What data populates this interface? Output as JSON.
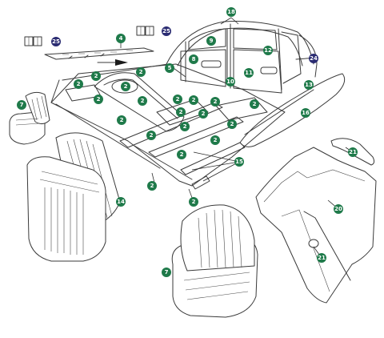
{
  "colors": {
    "callout_green": "#1f7a4a",
    "callout_navy": "#2b2c72",
    "line": "#3a3a3a"
  },
  "callouts": [
    {
      "id": "c4",
      "label": "4",
      "color": "green"
    },
    {
      "id": "c25a",
      "label": "25",
      "color": "navy"
    },
    {
      "id": "c25b",
      "label": "25",
      "color": "navy"
    },
    {
      "id": "c18",
      "label": "18",
      "color": "green"
    },
    {
      "id": "c9",
      "label": "9",
      "color": "green"
    },
    {
      "id": "c8",
      "label": "8",
      "color": "green"
    },
    {
      "id": "c5",
      "label": "5",
      "color": "green"
    },
    {
      "id": "c12",
      "label": "12",
      "color": "green"
    },
    {
      "id": "c24",
      "label": "24",
      "color": "navy"
    },
    {
      "id": "c11",
      "label": "11",
      "color": "green"
    },
    {
      "id": "c10",
      "label": "10",
      "color": "green"
    },
    {
      "id": "c13",
      "label": "13",
      "color": "green"
    },
    {
      "id": "c2a",
      "label": "2",
      "color": "green"
    },
    {
      "id": "c2b",
      "label": "2",
      "color": "green"
    },
    {
      "id": "c2c",
      "label": "2",
      "color": "green"
    },
    {
      "id": "c2d",
      "label": "2",
      "color": "green"
    },
    {
      "id": "c2e",
      "label": "2",
      "color": "green"
    },
    {
      "id": "c2f",
      "label": "2",
      "color": "green"
    },
    {
      "id": "c2g",
      "label": "2",
      "color": "green"
    },
    {
      "id": "c2h",
      "label": "2",
      "color": "green"
    },
    {
      "id": "c2i",
      "label": "2",
      "color": "green"
    },
    {
      "id": "c2j",
      "label": "2",
      "color": "green"
    },
    {
      "id": "c2k",
      "label": "2",
      "color": "green"
    },
    {
      "id": "c2l",
      "label": "2",
      "color": "green"
    },
    {
      "id": "c2m",
      "label": "2",
      "color": "green"
    },
    {
      "id": "c2n",
      "label": "2",
      "color": "green"
    },
    {
      "id": "c2o",
      "label": "2",
      "color": "green"
    },
    {
      "id": "c2p",
      "label": "2",
      "color": "green"
    },
    {
      "id": "c2q",
      "label": "2",
      "color": "green"
    },
    {
      "id": "c2r",
      "label": "2",
      "color": "green"
    },
    {
      "id": "c2s",
      "label": "2",
      "color": "green"
    },
    {
      "id": "c2t",
      "label": "2",
      "color": "green"
    },
    {
      "id": "c16",
      "label": "16",
      "color": "green"
    },
    {
      "id": "c7a",
      "label": "7",
      "color": "green"
    },
    {
      "id": "c7b",
      "label": "7",
      "color": "green"
    },
    {
      "id": "c14",
      "label": "14",
      "color": "green"
    },
    {
      "id": "c15",
      "label": "15",
      "color": "green"
    },
    {
      "id": "c20",
      "label": "20",
      "color": "green"
    },
    {
      "id": "c21a",
      "label": "21",
      "color": "green"
    },
    {
      "id": "c21b",
      "label": "21",
      "color": "green"
    }
  ]
}
